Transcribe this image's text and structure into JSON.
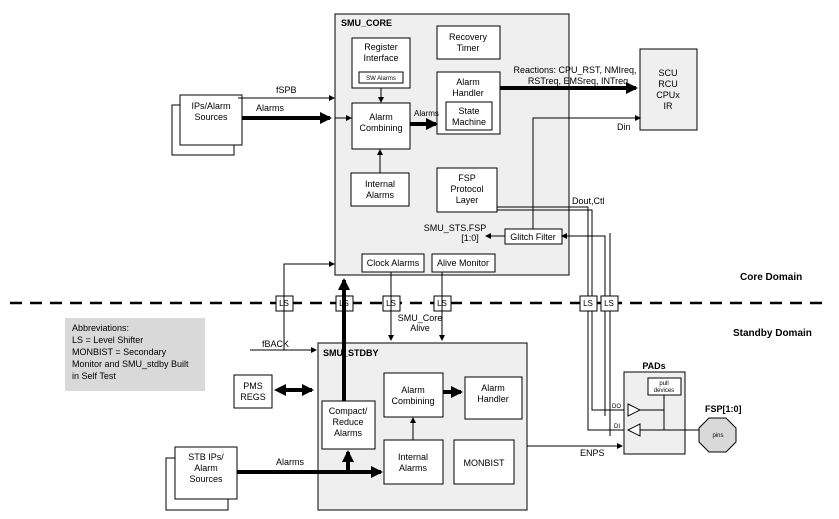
{
  "labels": {
    "smu_core": "SMU_CORE",
    "register_interface_1": "Register",
    "register_interface_2": "Interface",
    "sw_alarms": "SW Alarms",
    "recovery_timer_1": "Recovery",
    "recovery_timer_2": "Timer",
    "alarm_handler_1": "Alarm",
    "alarm_handler_2": "Handler",
    "state_machine_1": "State",
    "state_machine_2": "Machine",
    "alarm_combining_1": "Alarm",
    "alarm_combining_2": "Combining",
    "alarms_small": "Alarms",
    "internal_alarms_1": "Internal",
    "internal_alarms_2": "Alarms",
    "fsp_layer_1": "FSP",
    "fsp_layer_2": "Protocol",
    "fsp_layer_3": "Layer",
    "smu_sts_fsp_1": "SMU_STS.FSP",
    "smu_sts_fsp_2": "[1:0]",
    "glitch_filter": "Glitch Filter",
    "clock_alarms": "Clock Alarms",
    "alive_monitor": "Alive Monitor",
    "scu_1": "SCU",
    "scu_2": "RCU",
    "scu_3": "CPUx",
    "scu_4": "IR",
    "reactions_1": "Reactions: CPU_RST, NMIreq,",
    "reactions_2": "RSTreq, EMSreq, INTreq",
    "din": "Din",
    "dout_ctl": "Dout,Ctl",
    "ips_alarm_1": "IPs/Alarm",
    "ips_alarm_2": "Sources",
    "fspb": "fSPB",
    "alarms_arrow": "Alarms",
    "ls": "LS",
    "core_domain": "Core Domain",
    "standby_domain": "Standby Domain",
    "abbr_1": "Abbreviations:",
    "abbr_2": "LS = Level Shifter",
    "abbr_3": "MONBIST = Secondary",
    "abbr_4": "Monitor and SMU_stdby Built",
    "abbr_5": "in Self Test",
    "smu_core_alive_1": "SMU_Core",
    "smu_core_alive_2": "Alive",
    "fback": "fBACK",
    "smu_stdby": "SMU_STDBY",
    "pms_1": "PMS",
    "pms_2": "REGS",
    "compact_1": "Compact/",
    "compact_2": "Reduce",
    "compact_3": "Alarms",
    "sb_alarm_combining_1": "Alarm",
    "sb_alarm_combining_2": "Combining",
    "sb_alarm_handler_1": "Alarm",
    "sb_alarm_handler_2": "Handler",
    "sb_internal_1": "Internal",
    "sb_internal_2": "Alarms",
    "monbist": "MONBIST",
    "stb_ips_1": "STB IPs/",
    "stb_ips_2": "Alarm",
    "stb_ips_3": "Sources",
    "stb_alarms": "Alarms",
    "enps": "ENPS",
    "pads": "PADs",
    "pull_devices_1": "pull",
    "pull_devices_2": "devices",
    "do": "DO",
    "di": "DI",
    "fsp_pins": "FSP[1:0]",
    "pins": "pins"
  }
}
